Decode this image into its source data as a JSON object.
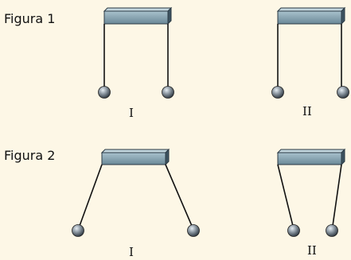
{
  "figures": [
    {
      "title": "Figura 1",
      "labels": [
        "I",
        "II"
      ]
    },
    {
      "title": "Figura 2",
      "labels": [
        "I",
        "II"
      ]
    }
  ],
  "colors": {
    "background": "#fdf7e6",
    "bar_top": "#9bb8c4",
    "bar_front": "#6f8f9e",
    "bar_side": "#3d5360",
    "thread": "#111111",
    "ball": "#5e6a74"
  }
}
